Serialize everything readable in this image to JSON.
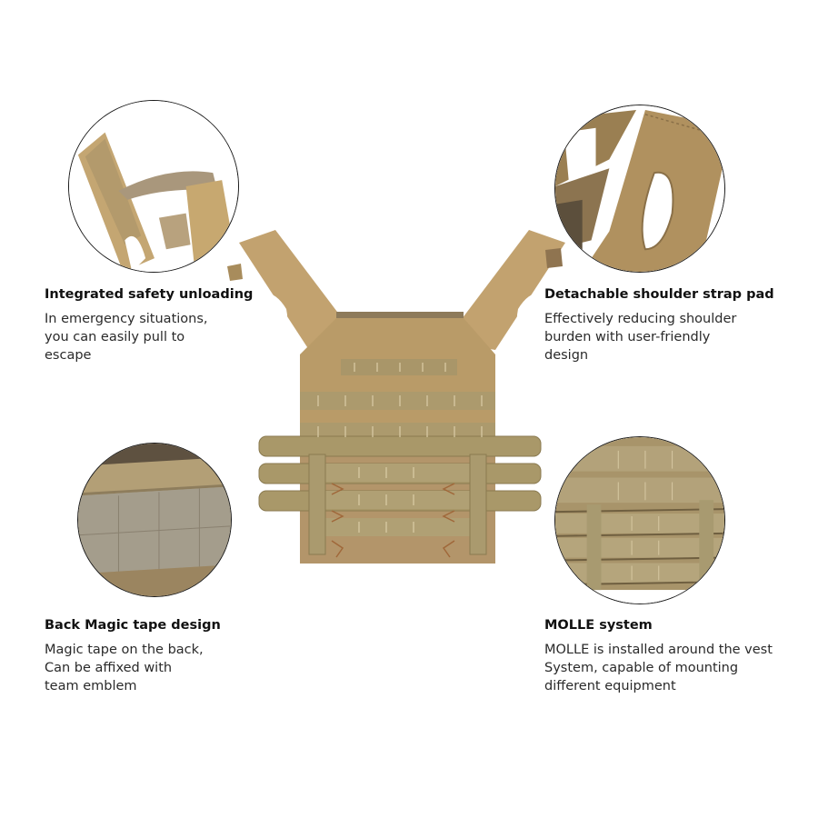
{
  "features": [
    {
      "id": "integrated-safety-unloading",
      "title": "Integrated safety unloading",
      "lines": [
        "In emergency situations,",
        "you can easily pull to",
        "escape"
      ],
      "detail_image": "shoulder-quick-release-closeup"
    },
    {
      "id": "detachable-shoulder-strap-pad",
      "title": "Detachable shoulder strap pad",
      "lines": [
        "Effectively reducing shoulder",
        "burden with user-friendly",
        "design"
      ],
      "detail_image": "shoulder-strap-pad-closeup"
    },
    {
      "id": "back-magic-tape-design",
      "title": "Back Magic tape design",
      "lines": [
        "Magic tape on the back,",
        "Can be affixed with",
        "team emblem"
      ],
      "detail_image": "hook-and-loop-panel-closeup"
    },
    {
      "id": "molle-system",
      "title": "MOLLE system",
      "lines": [
        "MOLLE is installed around the vest",
        "System, capable of mounting",
        "different equipment"
      ],
      "detail_image": "molle-webbing-closeup"
    }
  ],
  "product": {
    "name": "tactical-plate-carrier-vest",
    "color": "#b89a68"
  },
  "colors": {
    "tan": "#b89a68",
    "tan_light": "#c9ad7e",
    "tan_dark": "#9a7f52",
    "webbing": "#a8976c",
    "shadow": "#7d6640",
    "loop_panel": "#a79b85",
    "circle_border": "#1a1a1a",
    "text": "#222222"
  }
}
